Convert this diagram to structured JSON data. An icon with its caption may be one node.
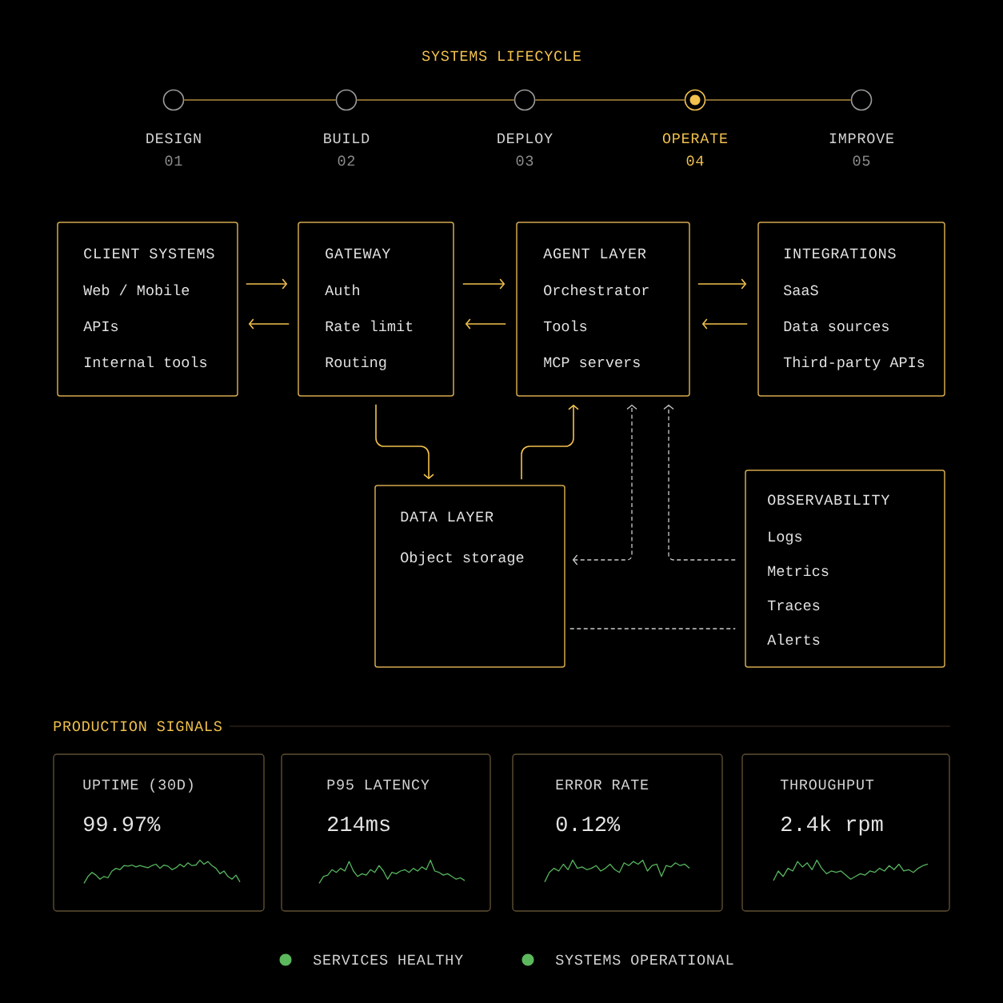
{
  "diagram": {
    "title": "SYSTEMS LIFECYCLE",
    "nodes": [
      {
        "text": [],
        "shape": "circle",
        "beside": [
          "DESIGN",
          "01"
        ]
      },
      {
        "text": [],
        "shape": "circle",
        "beside": [
          "BUILD",
          "02"
        ]
      },
      {
        "text": [],
        "shape": "circle",
        "beside": [
          "DEPLOY",
          "03"
        ]
      },
      {
        "text": [],
        "shape": "circle",
        "beside": [
          "OPERATE",
          "04"
        ]
      },
      {
        "text": [],
        "shape": "circle",
        "beside": [
          "IMPROVE",
          "05"
        ]
      },
      {
        "text": [
          "CLIENT SYSTEMS",
          "Web / Mobile",
          "APIs",
          "Internal tools"
        ]
      },
      {
        "text": [
          "GATEWAY",
          "Auth",
          "Rate limit",
          "Routing"
        ]
      },
      {
        "text": [
          "AGENT LAYER",
          "Orchestrator",
          "Tools",
          "MCP servers"
        ]
      },
      {
        "text": [
          "INTEGRATIONS",
          "SaaS",
          "Data sources",
          "Third-party APIs"
        ]
      },
      {
        "text": [
          "DATA LAYER",
          "Object storage"
        ]
      },
      {
        "text": [
          "OBSERVABILITY",
          "Logs",
          "Metrics",
          "Traces",
          "Alerts"
        ]
      },
      {
        "text": [
          "UPTIME (30D)",
          "99.97%"
        ]
      },
      {
        "text": [
          "P95 LATENCY",
          "214ms"
        ]
      },
      {
        "text": [
          "ERROR RATE",
          "0.12%"
        ]
      },
      {
        "text": [
          "THROUGHPUT",
          "2.4k rpm"
        ]
      }
    ],
    "edges": [
      {
        "from": 0,
        "to": 1,
        "arrow": "none",
        "color": "#b08a3e"
      },
      {
        "from": 1,
        "to": 2,
        "arrow": "none",
        "color": "#b08a3e"
      },
      {
        "from": 2,
        "to": 3,
        "arrow": "none",
        "color": "#b08a3e"
      },
      {
        "from": 3,
        "to": 4,
        "arrow": "none",
        "color": "#b08a3e"
      },
      {
        "from": 5,
        "to": 6,
        "arrow": "to"
      },
      {
        "from": 6,
        "to": 5,
        "arrow": "to"
      },
      {
        "from": 6,
        "to": 7,
        "arrow": "to"
      },
      {
        "from": 7,
        "to": 6,
        "arrow": "to"
      },
      {
        "from": 7,
        "to": 8,
        "arrow": "to"
      },
      {
        "from": 8,
        "to": 7,
        "arrow": "to"
      },
      {
        "from": 6,
        "to": 9,
        "arrow": "to"
      },
      {
        "from": 9,
        "to": 7,
        "arrow": "to"
      },
      {
        "from": 9,
        "to": 7,
        "arrow": "both",
        "style": "dashed",
        "color": "#cccccc"
      },
      {
        "from": 10,
        "to": 7,
        "arrow": "to",
        "style": "dashed",
        "color": "#cccccc"
      },
      {
        "from": 9,
        "to": 10,
        "arrow": "none",
        "style": "dashed",
        "color": "#cccccc"
      }
    ],
    "labels": [
      "PRODUCTION SIGNALS"
    ],
    "legend": [
      {
        "text": "SERVICES HEALTHY",
        "color": "#5cb85c"
      },
      {
        "text": "SYSTEMS OPERATIONAL",
        "color": "#5cb85c"
      }
    ]
  }
}
